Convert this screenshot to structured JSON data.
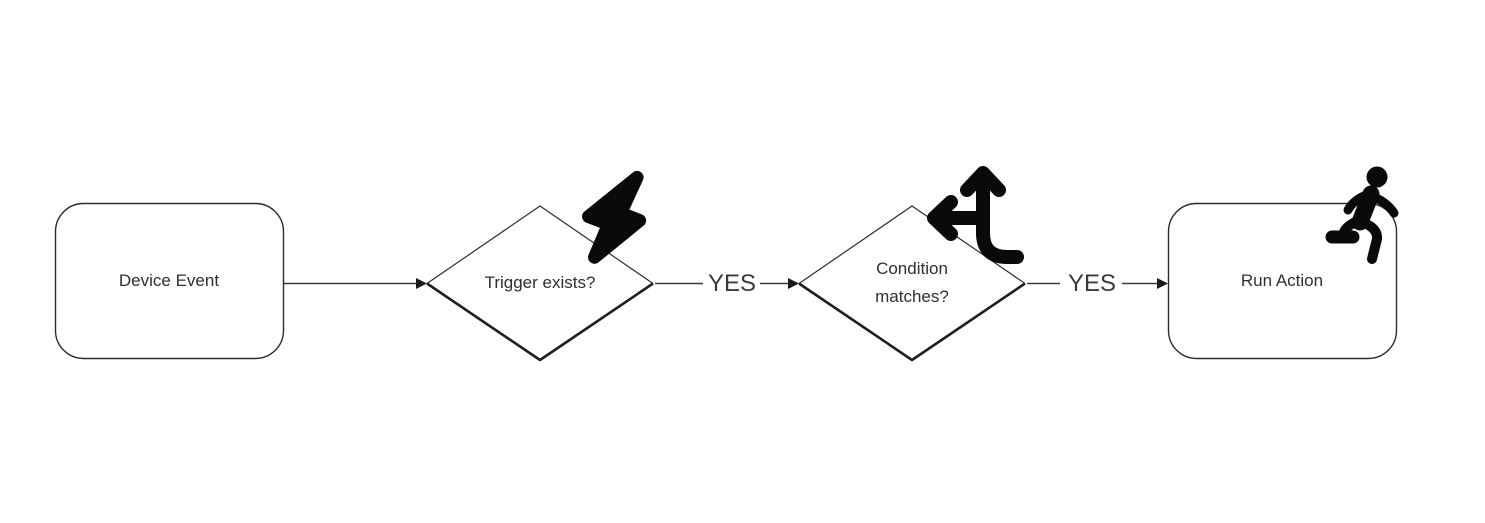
{
  "diagram": {
    "type": "flowchart",
    "direction": "left-to-right",
    "nodes": [
      {
        "id": "device-event",
        "shape": "rounded-rectangle",
        "label": "Device Event",
        "icon": null
      },
      {
        "id": "trigger-exists",
        "shape": "diamond",
        "label": "Trigger exists?",
        "icon": "lightning-bolt-icon"
      },
      {
        "id": "condition-matches",
        "shape": "diamond",
        "label": "Condition matches?",
        "icon": "arrows-split-icon"
      },
      {
        "id": "run-action",
        "shape": "rounded-rectangle",
        "label": "Run Action",
        "icon": "person-running-icon"
      }
    ],
    "edges": [
      {
        "from": "device-event",
        "to": "trigger-exists",
        "label": ""
      },
      {
        "from": "trigger-exists",
        "to": "condition-matches",
        "label": "YES"
      },
      {
        "from": "condition-matches",
        "to": "run-action",
        "label": "YES"
      }
    ],
    "colors": {
      "background": "#ffffff",
      "node_fill": "#ffffff",
      "node_stroke": "#2b2b2b",
      "diamond_bottom_stroke": "#1f1f1f",
      "arrow_line": "#3a3a3a",
      "arrowhead": "#1a1a1a",
      "icon": "#0a0a0a",
      "text": "#2f2f2f"
    }
  }
}
